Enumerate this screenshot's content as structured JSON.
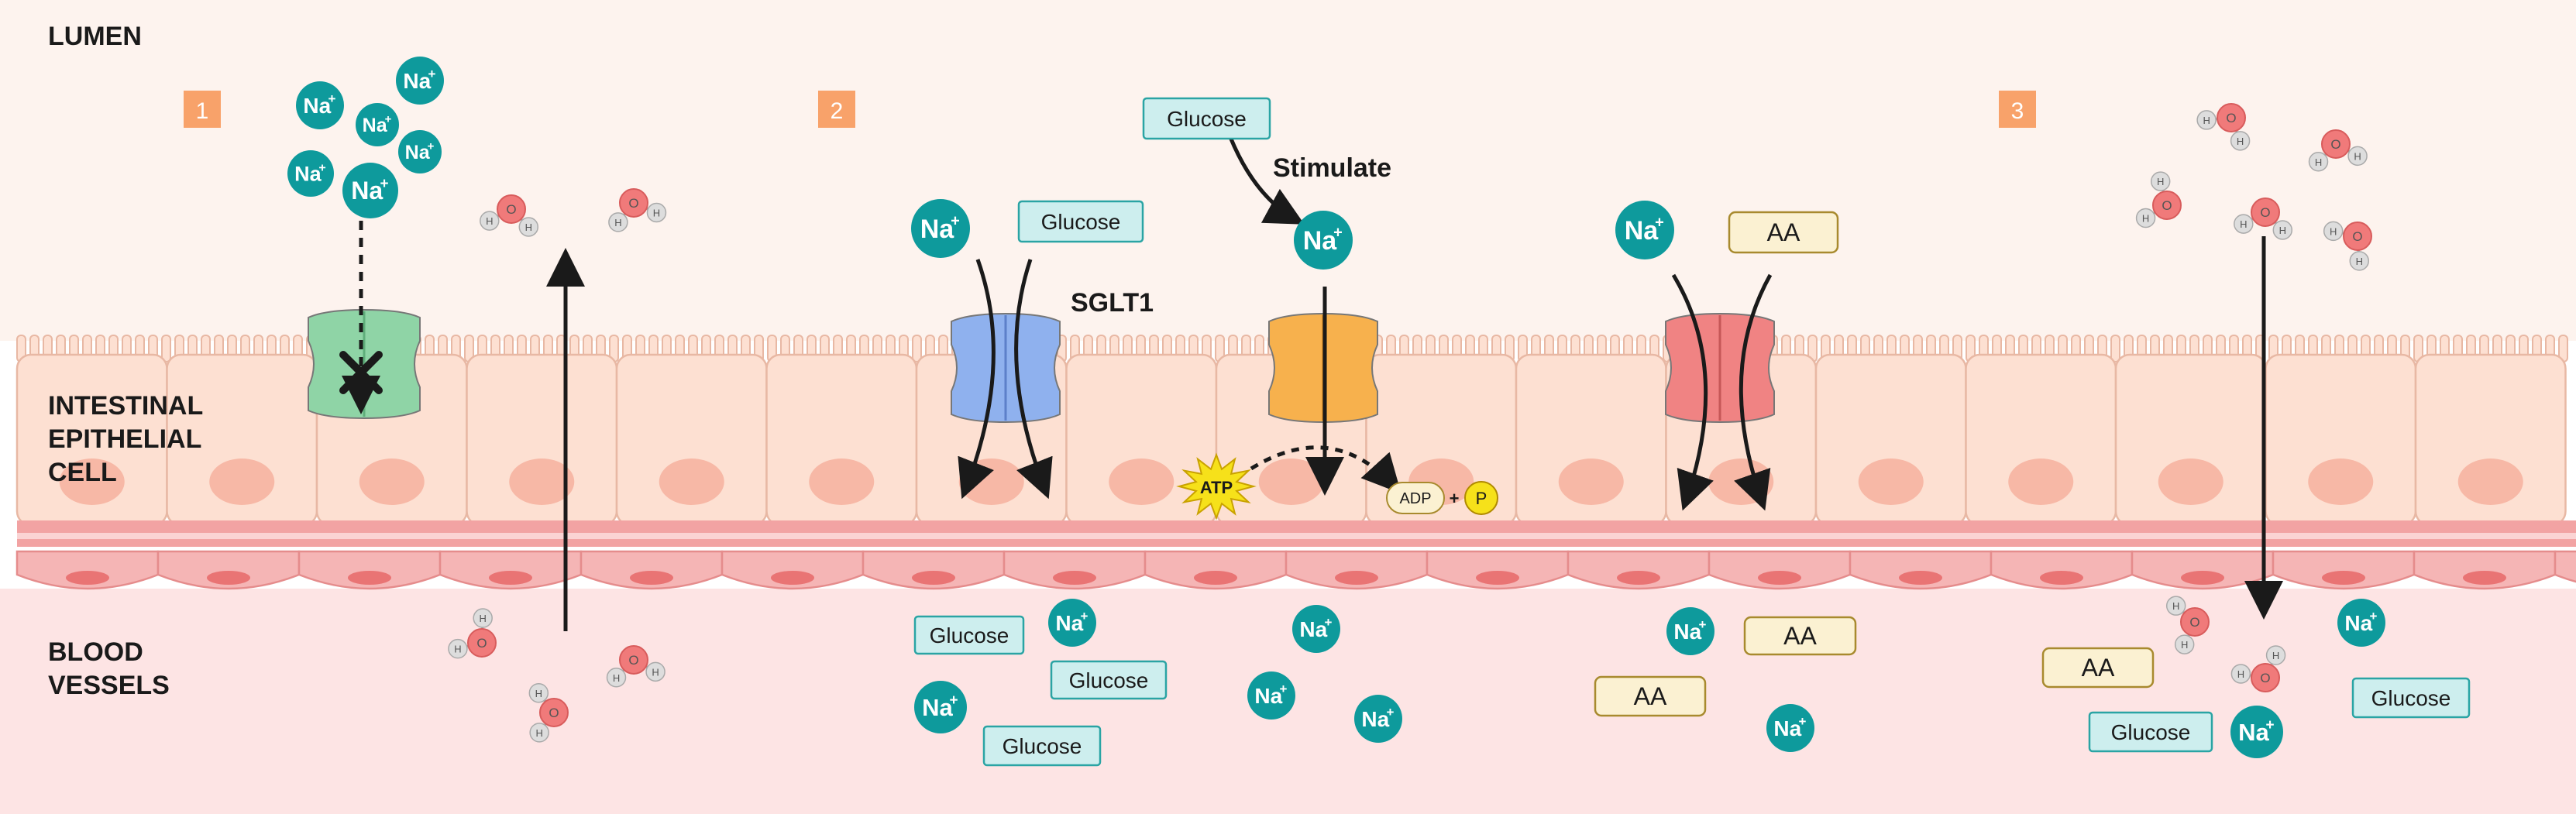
{
  "regions": {
    "lumen": "LUMEN",
    "cell": [
      "INTESTINAL",
      "EPITHELIAL",
      "CELL"
    ],
    "blood": [
      "BLOOD",
      "VESSELS"
    ]
  },
  "steps": [
    "1",
    "2",
    "3"
  ],
  "labels": {
    "na": "Na",
    "na_sup": "+",
    "glucose": "Glucose",
    "aa": "AA",
    "sglt1": "SGLT1",
    "stimulate": "Stimulate",
    "atp": "ATP",
    "adp": "ADP",
    "plus": "+",
    "p": "P",
    "water_o": "O",
    "water_h": "H"
  },
  "colors": {
    "lumen_bg": "#fdf3ee",
    "cell_fill": "#fde0d2",
    "cell_stroke": "#e8b8a4",
    "nucleus": "#f7b8a6",
    "membrane": "#f2a3a3",
    "blood_bg": "#fde4e4",
    "na_fill": "#0e9a9c",
    "glucose_fill": "#cdeeee",
    "glucose_stroke": "#2aa4a4",
    "aa_fill": "#fbf1d2",
    "aa_stroke": "#a88a2e",
    "step_badge": "#f8a26a",
    "channel_green": "#8fd4a6",
    "channel_blue": "#8fb1ee",
    "channel_orange": "#f7b14d",
    "channel_red": "#f08383",
    "atp_fill": "#f6e11a",
    "oxygen": "#f07a7a",
    "hydrogen": "#dddddd"
  }
}
